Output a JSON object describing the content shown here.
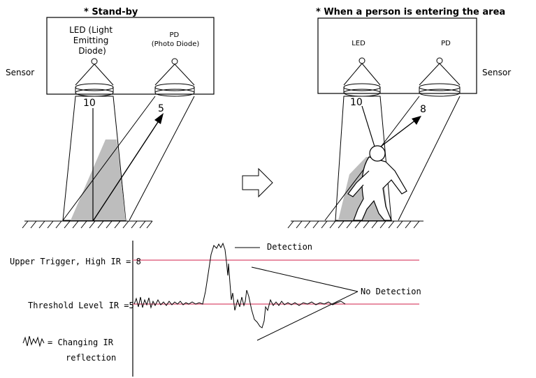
{
  "standby": {
    "title": "* Stand-by",
    "led_label": [
      "LED (Light",
      "Emitting",
      "Diode)"
    ],
    "pd_label": [
      "PD",
      "(Photo Diode)"
    ],
    "sensor_label": "Sensor",
    "led_value": "10",
    "pd_value": "5"
  },
  "entering": {
    "title": "* When a person is entering the area",
    "led_label": "LED",
    "pd_label": "PD",
    "sensor_label": "Sensor",
    "led_value": "10",
    "pd_value": "8"
  },
  "signal_chart": {
    "upper_trigger_label": "Upper Trigger, High IR = 8",
    "threshold_label": "Threshold Level IR =5",
    "detection_label": "Detection",
    "no_detection_label": "No Detection",
    "legend_text": [
      "= Changing IR",
      "reflection"
    ],
    "colors": {
      "level_line": "#e06a86",
      "ink": "#000000"
    }
  }
}
